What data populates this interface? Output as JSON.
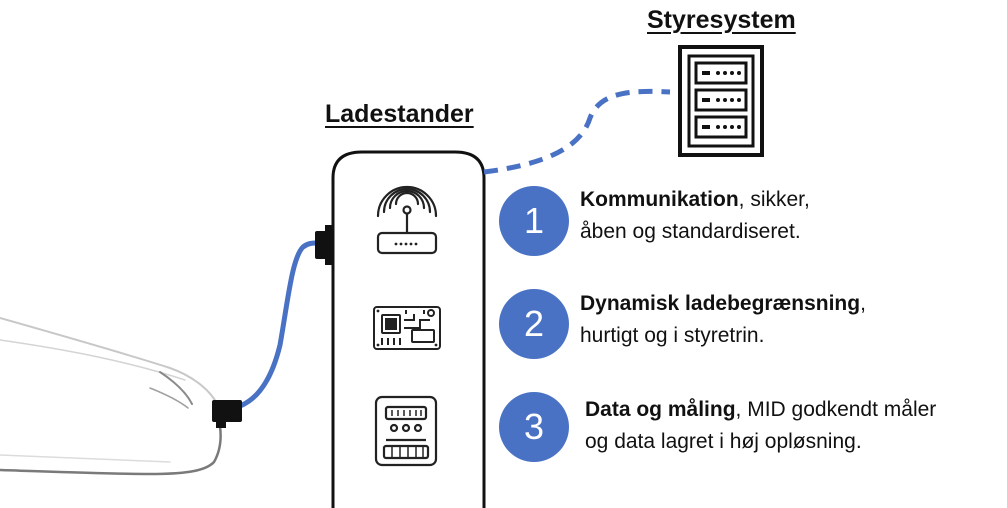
{
  "titles": {
    "control_system": "Styresystem",
    "charger": "Ladestander"
  },
  "colors": {
    "accent_blue": "#4a72c4",
    "badge_text": "#ffffff",
    "ink": "#111111",
    "car_outline": "#8a8a8a"
  },
  "icons": {
    "control_system": "server-rack-icon",
    "communication": "wifi-router-icon",
    "load_limiting": "circuit-board-icon",
    "metering": "electricity-meter-icon"
  },
  "features": [
    {
      "number": "1",
      "bold": "Kommunikation",
      "rest": ", sikker,",
      "line2": "åben og standardiseret."
    },
    {
      "number": "2",
      "bold": "Dynamisk ladebegrænsning",
      "rest": ",",
      "line2": "hurtigt og i styretrin."
    },
    {
      "number": "3",
      "bold": "Data og måling",
      "rest": ", MID godkendt måler",
      "line2": "og data lagret i høj opløsning."
    }
  ]
}
